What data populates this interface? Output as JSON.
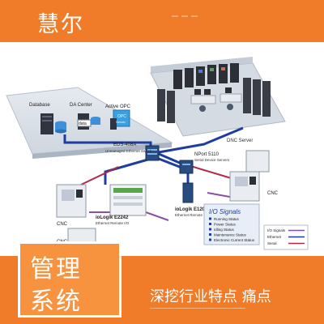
{
  "brand": {
    "name": "慧尔"
  },
  "diagram": {
    "database": "Database",
    "data_center": "DA Center",
    "active_opc": "Active OPC",
    "data_chip": "data",
    "opc_box": "OPC",
    "opc_server": "Server",
    "dnc_server": "DNC Server",
    "eds_model": "EDS-408A",
    "eds_desc": "Unmanaged Ethernet Switch",
    "nport_model": "NPort 5110",
    "nport_desc": "Serial Device Servers",
    "cnc_left": "CNC",
    "cnc_right": "CNC",
    "cnc_bottom": "CNC",
    "iologik_e2242": "ioLogik E2242",
    "iologik_e2242_desc": "Ethernet Remote I/O",
    "iologik_e1200": "ioLogik E1200",
    "iologik_e1200_desc": "Ethernet Remote I/O",
    "io_signals": {
      "title": "I/O Signals",
      "items": [
        "Running Status",
        "Power Status",
        "Idling Status",
        "Maintenance Status",
        "Electronic Current Status"
      ]
    },
    "legend": {
      "items": [
        {
          "label": "I/O Signals",
          "color": "#8a4fa8"
        },
        {
          "label": "Ethernet",
          "color": "#1f3d9e"
        },
        {
          "label": "Serial",
          "color": "#b02a4a"
        }
      ]
    }
  },
  "title": {
    "line1": "管理",
    "line2": "系统"
  },
  "subtitle": "深挖行业特点 痛点",
  "colors": {
    "orange": "#f07c2a",
    "orange_light": "#f7933f",
    "ethernet": "#1f3d9e",
    "serial": "#b02a4a",
    "io": "#8a4fa8"
  }
}
